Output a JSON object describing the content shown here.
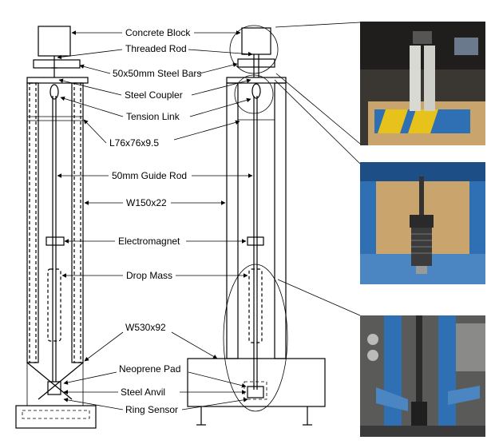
{
  "labels": {
    "concrete_block": "Concrete Block",
    "threaded_rod": "Threaded Rod",
    "steel_bars": "50x50mm Steel Bars",
    "steel_coupler": "Steel Coupler",
    "tension_link": "Tension Link",
    "angle_section": "L76x76x9.5",
    "guide_rod": "50mm Guide Rod",
    "column_section": "W150x22",
    "electromagnet": "Electromagnet",
    "drop_mass": "Drop Mass",
    "base_section": "W530x92",
    "neoprene_pad": "Neoprene Pad",
    "steel_anvil": "Steel Anvil",
    "ring_sensor": "Ring Sensor"
  },
  "photos": [
    {
      "name": "top-assembly-photo",
      "subject": "tension-link-and-coupler-top"
    },
    {
      "name": "electromagnet-photo",
      "subject": "electromagnet-and-guide-rod"
    },
    {
      "name": "base-photo",
      "subject": "drop-mass-and-anvil-base"
    }
  ],
  "colors": {
    "frame_blue": "#2f6fb3",
    "wood": "#c9a46c",
    "dark": "#2a2a2a"
  }
}
